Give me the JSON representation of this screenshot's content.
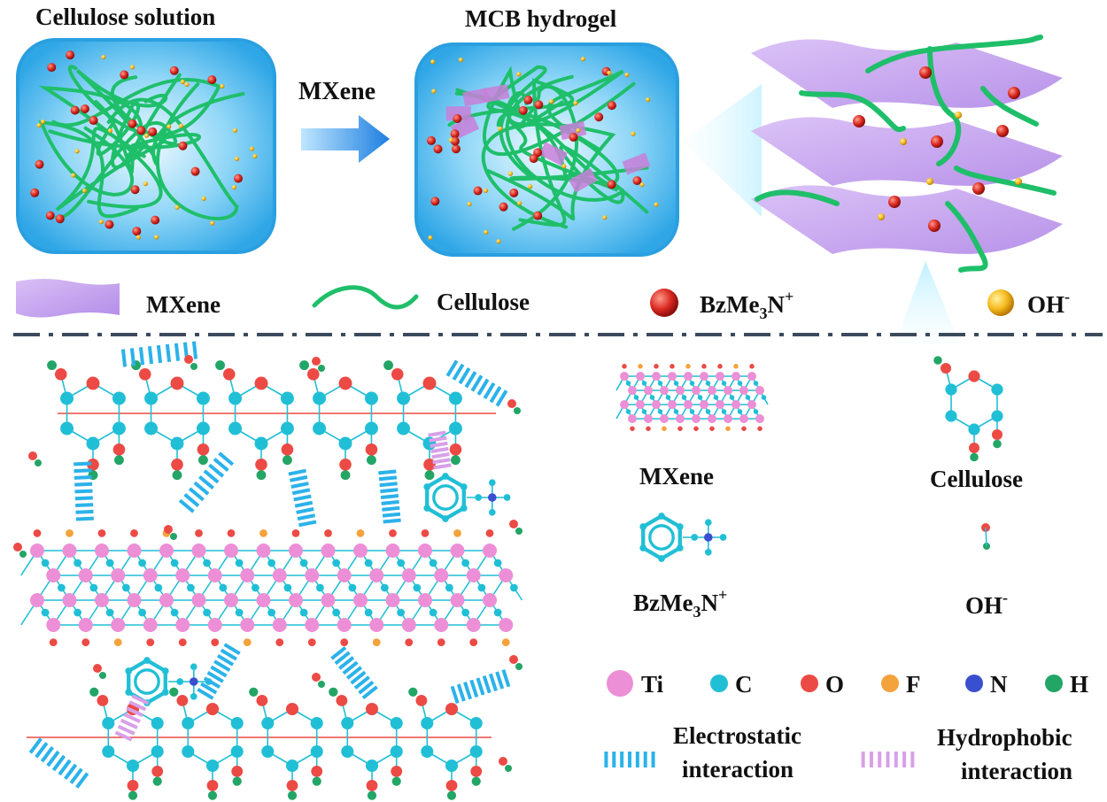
{
  "top": {
    "left_title": "Cellulose solution",
    "right_title": "MCB hydrogel",
    "arrow_label": "MXene"
  },
  "legend_top": {
    "mxene": "MXene",
    "cellulose": "Cellulose",
    "bz_main": "BzMe",
    "bz_sub": "3",
    "bz_n": "N",
    "bz_sup": "+",
    "oh_main": "OH",
    "oh_sup": "-"
  },
  "legend_right": {
    "mxene": "MXene",
    "cellulose": "Cellulose",
    "bz_main": "BzMe",
    "bz_sub": "3",
    "bz_n": "N",
    "bz_sup": "+",
    "oh_main": "OH",
    "oh_sup": "-"
  },
  "atoms": [
    {
      "symbol": "Ti",
      "color": "#ec8fd6"
    },
    {
      "symbol": "C",
      "color": "#21bfd6"
    },
    {
      "symbol": "O",
      "color": "#ec4a45"
    },
    {
      "symbol": "F",
      "color": "#f4a23c"
    },
    {
      "symbol": "N",
      "color": "#3a4fd0"
    },
    {
      "symbol": "H",
      "color": "#23a566"
    }
  ],
  "interactions": {
    "electrostatic": [
      "Electrostatic",
      "interaction"
    ],
    "hydrophobic": [
      "Hydrophobic",
      "interaction"
    ]
  },
  "colors": {
    "cellulose_strand": "#1fbf6a",
    "electrostatic": "#2bb2ea",
    "hydrophobic": "#d8a0e8",
    "mxene_sheet": "#c7a3ef",
    "divider": "#3c4a5e",
    "gel": "#3bb6ee"
  }
}
